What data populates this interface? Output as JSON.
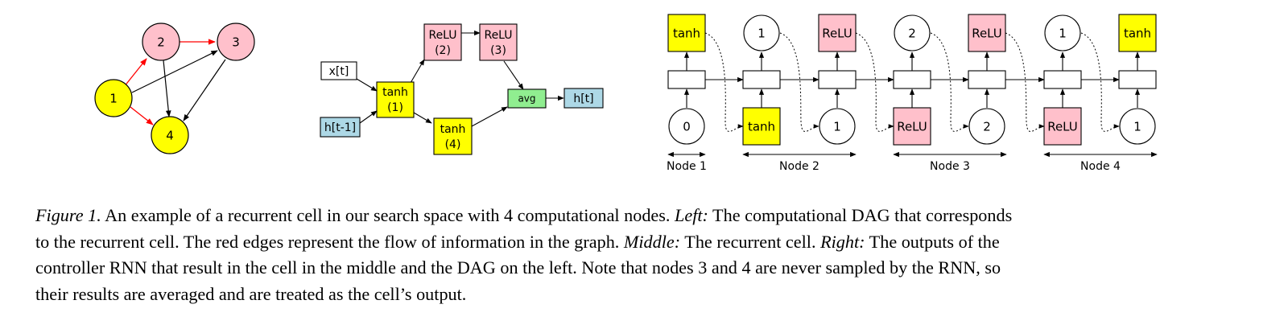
{
  "colors": {
    "yellow": "#ffff00",
    "pink": "#ffc0cb",
    "green": "#90ee90",
    "lightblue": "#add8e6",
    "red_edge": "#ff0000"
  },
  "dag": {
    "nodes": [
      {
        "id": "n1",
        "label": "1",
        "color": "yellow"
      },
      {
        "id": "n2",
        "label": "2",
        "color": "pink"
      },
      {
        "id": "n3",
        "label": "3",
        "color": "pink"
      },
      {
        "id": "n4",
        "label": "4",
        "color": "yellow"
      }
    ],
    "edges": [
      {
        "from": "1",
        "to": "2",
        "red": true
      },
      {
        "from": "1",
        "to": "3",
        "red": false
      },
      {
        "from": "1",
        "to": "4",
        "red": true
      },
      {
        "from": "2",
        "to": "3",
        "red": true
      },
      {
        "from": "2",
        "to": "4",
        "red": false
      },
      {
        "from": "3",
        "to": "4",
        "red": false
      }
    ]
  },
  "cell": {
    "x_input": "x[t]",
    "h_input": "h[t-1]",
    "tanh1": [
      "tanh",
      "(1)"
    ],
    "relu2": [
      "ReLU",
      "(2)"
    ],
    "relu3": [
      "ReLU",
      "(3)"
    ],
    "tanh4": [
      "tanh",
      "(4)"
    ],
    "avg": "avg",
    "h_output": "h[t]"
  },
  "controller": {
    "top_outputs": [
      "tanh",
      "1",
      "ReLU",
      "2",
      "ReLU",
      "1",
      "tanh"
    ],
    "bottom_inputs": [
      "0",
      "tanh",
      "1",
      "ReLU",
      "2",
      "ReLU",
      "1"
    ],
    "group_labels": [
      "Node 1",
      "Node 2",
      "Node 3",
      "Node 4"
    ]
  },
  "caption": {
    "fig_label": "Figure 1.",
    "s1": " An example of a recurrent cell in our search space with ",
    "num4": "4",
    "s2": " computational nodes. ",
    "left_label": "Left:",
    "s3": " The computational DAG that corresponds",
    "line2a": "to the recurrent cell. The red edges represent the flow of information in the graph. ",
    "middle_label": "Middle:",
    "line2b": " The recurrent cell. ",
    "right_label": "Right:",
    "line2c": " The outputs of the",
    "line3a": "controller RNN that result in the cell in the middle and the DAG on the left. Note that nodes ",
    "num3": "3",
    "line3b": " and ",
    "num4b": "4",
    "line3c": " are never sampled by the RNN, so",
    "line4": "their results are averaged and are treated as the cell’s output."
  }
}
